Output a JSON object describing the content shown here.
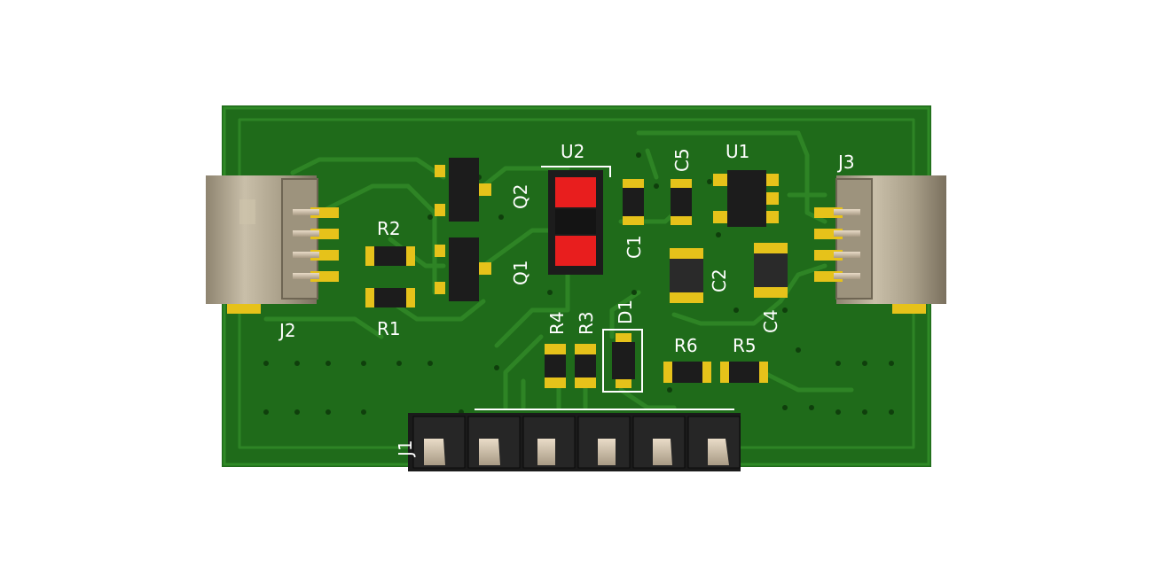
{
  "image": {
    "subject": "pcb-3d-render",
    "colors": {
      "background": "#ffffff",
      "board": "#1f6b1a",
      "copper": "#2a7d22",
      "pad": "#e6c21a",
      "ic_body": "#1c1c1c",
      "connector_body": "#b5ab96",
      "led": "#e81e1e",
      "silkscreen": "#ffffff"
    }
  },
  "labels": {
    "j1": "J1",
    "j2": "J2",
    "j3": "J3",
    "u1": "U1",
    "u2": "U2",
    "q1": "Q1",
    "q2": "Q2",
    "r1": "R1",
    "r2": "R2",
    "r3": "R3",
    "r4": "R4",
    "r5": "R5",
    "r6": "R6",
    "c1": "C1",
    "c2": "C2",
    "c4": "C4",
    "c5": "C5",
    "d1": "D1"
  }
}
